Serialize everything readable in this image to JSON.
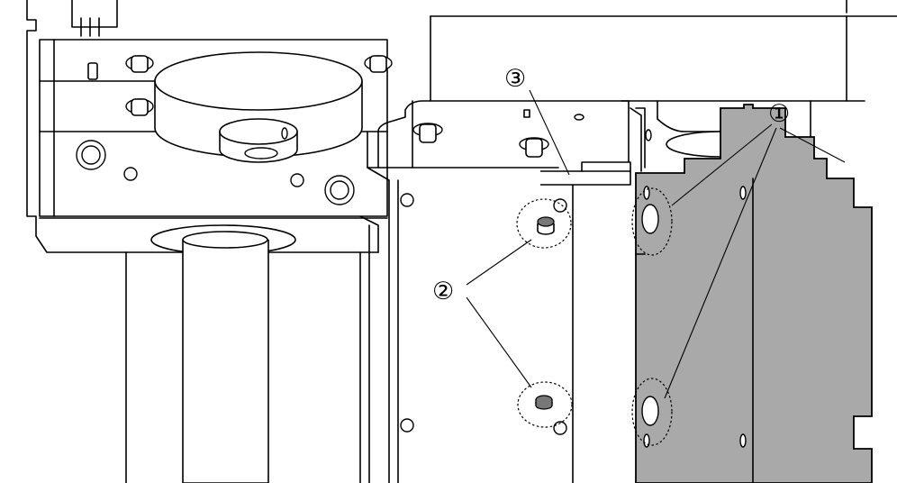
{
  "callouts": {
    "one": "①",
    "two": "②",
    "three": "③"
  },
  "colors": {
    "background": "#ffffff",
    "line": "#000000",
    "highlighted_part": "#a9a9a9"
  }
}
